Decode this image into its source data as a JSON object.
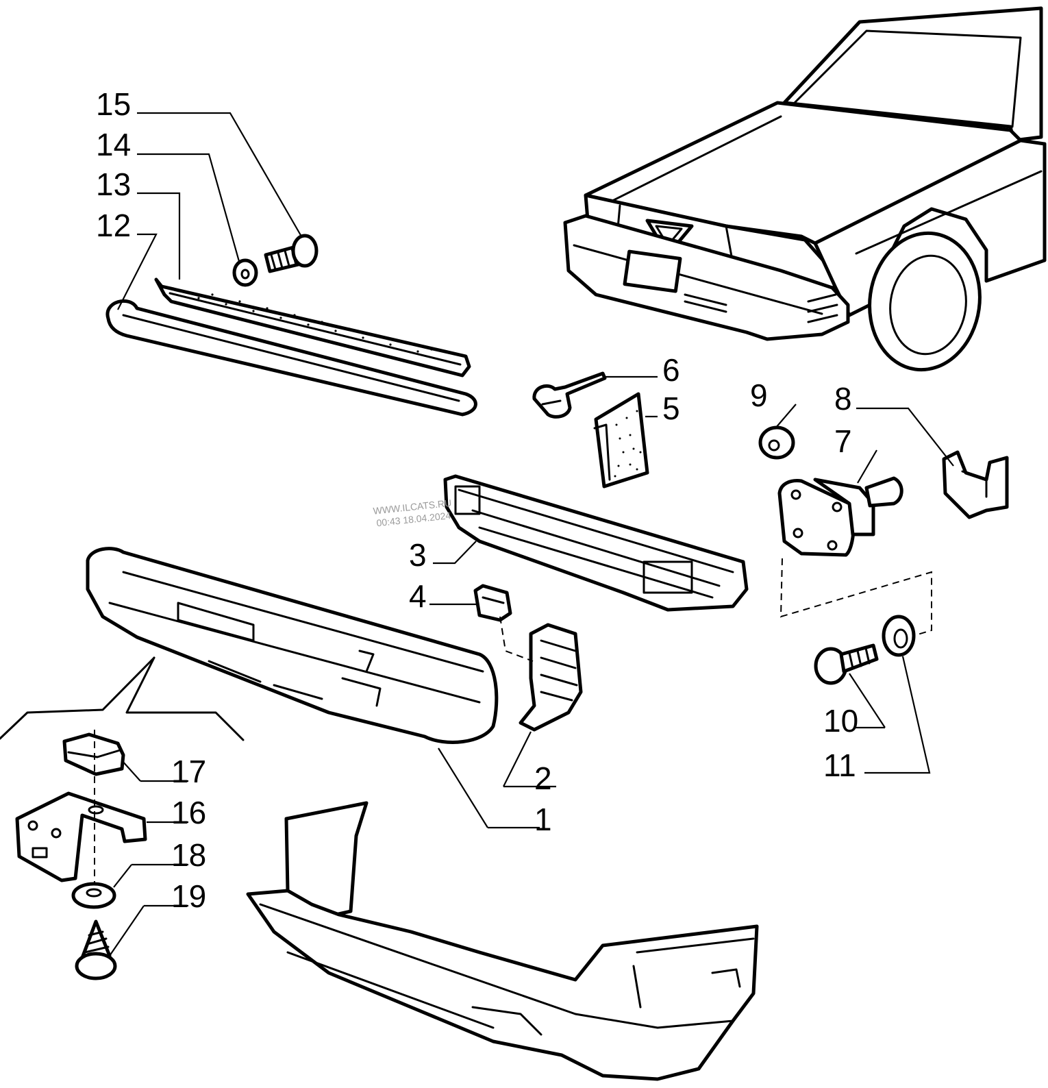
{
  "watermark": {
    "line1": "WWW.ILCATS.RU",
    "line2": "00:43 18.04.2024"
  },
  "callouts": [
    {
      "id": "1",
      "label": "1"
    },
    {
      "id": "2",
      "label": "2"
    },
    {
      "id": "3",
      "label": "3"
    },
    {
      "id": "4",
      "label": "4"
    },
    {
      "id": "5",
      "label": "5"
    },
    {
      "id": "6",
      "label": "6"
    },
    {
      "id": "7",
      "label": "7"
    },
    {
      "id": "8",
      "label": "8"
    },
    {
      "id": "9",
      "label": "9"
    },
    {
      "id": "10",
      "label": "10"
    },
    {
      "id": "11",
      "label": "11"
    },
    {
      "id": "12",
      "label": "12"
    },
    {
      "id": "13",
      "label": "13"
    },
    {
      "id": "14",
      "label": "14"
    },
    {
      "id": "15",
      "label": "15"
    },
    {
      "id": "16",
      "label": "16"
    },
    {
      "id": "17",
      "label": "17"
    },
    {
      "id": "18",
      "label": "18"
    },
    {
      "id": "19",
      "label": "19"
    }
  ]
}
